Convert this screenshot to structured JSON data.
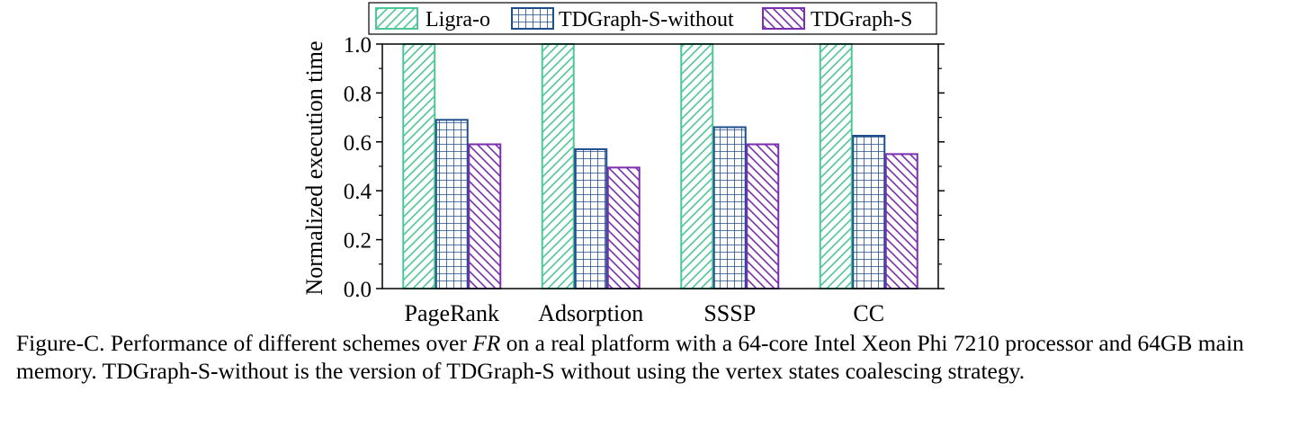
{
  "chart_data": {
    "type": "bar",
    "categories": [
      "PageRank",
      "Adsorption",
      "SSSP",
      "CC"
    ],
    "series": [
      {
        "name": "Ligra-o",
        "values": [
          1.0,
          1.0,
          1.0,
          1.0
        ]
      },
      {
        "name": "TDGraph-S-without",
        "values": [
          0.69,
          0.57,
          0.66,
          0.625
        ]
      },
      {
        "name": "TDGraph-S",
        "values": [
          0.59,
          0.495,
          0.59,
          0.55
        ]
      }
    ],
    "ylabel": "Normalized execution time",
    "ylim": [
      0,
      1.0
    ],
    "yticks": [
      "0.0",
      "0.2",
      "0.4",
      "0.6",
      "0.8",
      "1.0"
    ],
    "legend_position": "top",
    "colors": {
      "Ligra-o": "#4cc896",
      "TDGraph-S-without": "#1f4e8c",
      "TDGraph-S": "#7a2fb0"
    },
    "patterns": {
      "Ligra-o": "diagonal-forward",
      "TDGraph-S-without": "grid",
      "TDGraph-S": "diagonal-backward"
    }
  },
  "caption": {
    "part1": "Figure-C. Performance of different schemes over ",
    "italic": "FR",
    "part2": " on a real platform with a 64-core Intel Xeon Phi 7210 processor and 64GB main memory. TDGraph-S-without is the version of TDGraph-S without using the vertex states coalescing strategy."
  }
}
